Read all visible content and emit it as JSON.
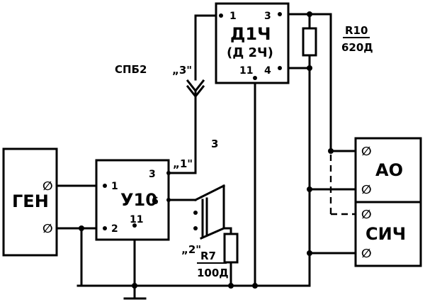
{
  "gen": {
    "name": "ГЕН",
    "term": "∅"
  },
  "u10": {
    "name": "У10",
    "pin1": "1",
    "pin2": "2",
    "pin3": "3",
    "pin6": "6",
    "pin11": "11"
  },
  "d1ch": {
    "name": "Д1Ч",
    "alt": "(Д 2Ч)",
    "pin1": "1",
    "pin3": "3",
    "pin11": "11",
    "pin4": "4"
  },
  "connector": {
    "name": "СПБ2",
    "contact": "„3\""
  },
  "switch": {
    "pos1": "„1\"",
    "pos2": "„2\"",
    "pos3": "3"
  },
  "r7": {
    "name": "R7",
    "value": "100Д"
  },
  "r10": {
    "name": "R10",
    "value": "620Д"
  },
  "ao": {
    "name": "АО",
    "term": "∅"
  },
  "sich": {
    "name": "СИЧ",
    "term": "∅"
  }
}
